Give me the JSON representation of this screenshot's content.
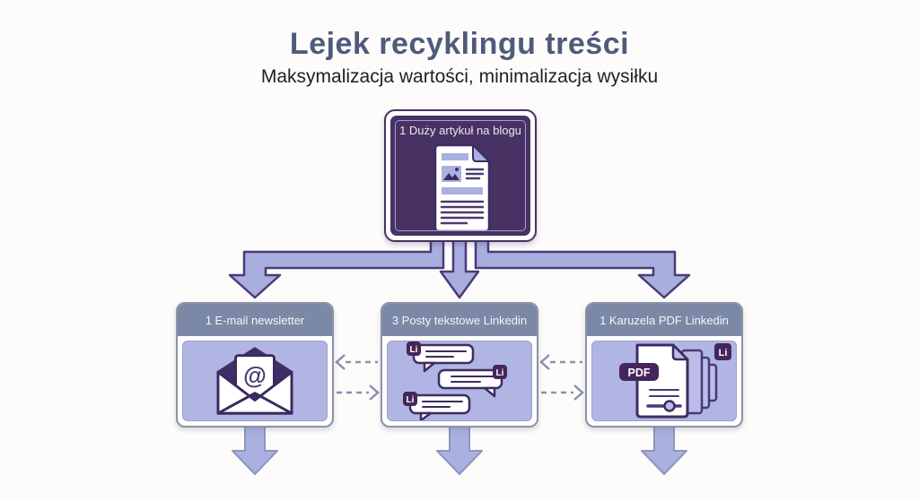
{
  "title": {
    "heading": "Lejek recyklingu treści",
    "subheading": "Maksymalizacja wartości, minimalizacja wysiłku"
  },
  "source_box": {
    "label": "1 Duży artykuł na blogu",
    "icon": "blog-article-document-icon"
  },
  "outputs": [
    {
      "label": "1 E-mail newsletter",
      "icon": "email-envelope-at-icon"
    },
    {
      "label": "3 Posty tekstowe Linkedin",
      "icon": "chat-bubbles-linkedin-icon"
    },
    {
      "label": "1 Karuzela PDF Linkedin",
      "icon": "pdf-carousel-linkedin-icon"
    }
  ],
  "badges": {
    "linkedin": "Li",
    "pdf": "PDF",
    "at_symbol": "@"
  },
  "colors": {
    "title_text": "#4f5b7b",
    "subtitle_text": "#1f1f27",
    "source_box_fill": "#483264",
    "source_box_inner_outline": "#a49fd4",
    "output_header_fill": "#7b89a6",
    "output_body_fill": "#b1b5e3",
    "arrow_fill": "#a8aede",
    "arrow_stroke": "#4b3b7a",
    "dashed_arrow": "#8d90ae",
    "icon_outline": "#3e2c60",
    "badge_fill": "#44265b",
    "background": "#fdfcfa"
  }
}
